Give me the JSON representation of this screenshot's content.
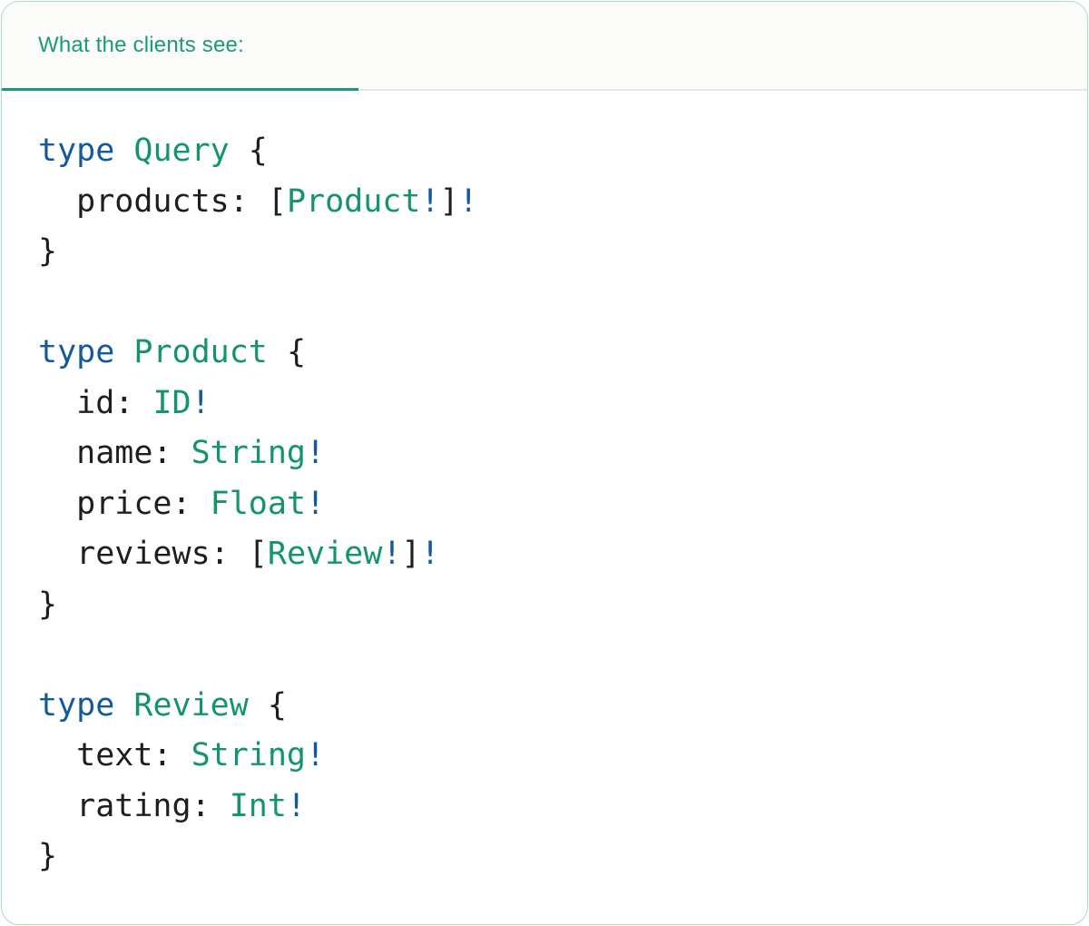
{
  "card": {
    "tab_label": "What the clients see:"
  },
  "colors": {
    "header_text": "#1A9B78",
    "active_underline": "#189B74",
    "inactive_underline": "#E4E4E4",
    "keyword": "#12599E",
    "type_name": "#13946E",
    "plain_code": "#1E1E1E",
    "card_border": "#AFD8BE",
    "header_bg": "#FBFBFA",
    "code_bg": "#FFFFFF"
  },
  "code": {
    "language": "graphql",
    "lines": [
      {
        "tokens": [
          {
            "t": "type",
            "s": "kw"
          },
          {
            "t": " ",
            "s": "pl"
          },
          {
            "t": "Query",
            "s": "ty"
          },
          {
            "t": " {",
            "s": "pl"
          }
        ]
      },
      {
        "tokens": [
          {
            "t": "  products: [",
            "s": "pl"
          },
          {
            "t": "Product",
            "s": "ty"
          },
          {
            "t": "!",
            "s": "kw"
          },
          {
            "t": "]",
            "s": "pl"
          },
          {
            "t": "!",
            "s": "kw"
          }
        ]
      },
      {
        "tokens": [
          {
            "t": "}",
            "s": "pl"
          }
        ]
      },
      {
        "tokens": []
      },
      {
        "tokens": [
          {
            "t": "type",
            "s": "kw"
          },
          {
            "t": " ",
            "s": "pl"
          },
          {
            "t": "Product",
            "s": "ty"
          },
          {
            "t": " {",
            "s": "pl"
          }
        ]
      },
      {
        "tokens": [
          {
            "t": "  id: ",
            "s": "pl"
          },
          {
            "t": "ID",
            "s": "ty"
          },
          {
            "t": "!",
            "s": "kw"
          }
        ]
      },
      {
        "tokens": [
          {
            "t": "  name: ",
            "s": "pl"
          },
          {
            "t": "String",
            "s": "ty"
          },
          {
            "t": "!",
            "s": "kw"
          }
        ]
      },
      {
        "tokens": [
          {
            "t": "  price: ",
            "s": "pl"
          },
          {
            "t": "Float",
            "s": "ty"
          },
          {
            "t": "!",
            "s": "kw"
          }
        ]
      },
      {
        "tokens": [
          {
            "t": "  reviews: [",
            "s": "pl"
          },
          {
            "t": "Review",
            "s": "ty"
          },
          {
            "t": "!",
            "s": "kw"
          },
          {
            "t": "]",
            "s": "pl"
          },
          {
            "t": "!",
            "s": "kw"
          }
        ]
      },
      {
        "tokens": [
          {
            "t": "}",
            "s": "pl"
          }
        ]
      },
      {
        "tokens": []
      },
      {
        "tokens": [
          {
            "t": "type",
            "s": "kw"
          },
          {
            "t": " ",
            "s": "pl"
          },
          {
            "t": "Review",
            "s": "ty"
          },
          {
            "t": " {",
            "s": "pl"
          }
        ]
      },
      {
        "tokens": [
          {
            "t": "  text: ",
            "s": "pl"
          },
          {
            "t": "String",
            "s": "ty"
          },
          {
            "t": "!",
            "s": "kw"
          }
        ]
      },
      {
        "tokens": [
          {
            "t": "  rating: ",
            "s": "pl"
          },
          {
            "t": "Int",
            "s": "ty"
          },
          {
            "t": "!",
            "s": "kw"
          }
        ]
      },
      {
        "tokens": [
          {
            "t": "}",
            "s": "pl"
          }
        ]
      }
    ]
  }
}
